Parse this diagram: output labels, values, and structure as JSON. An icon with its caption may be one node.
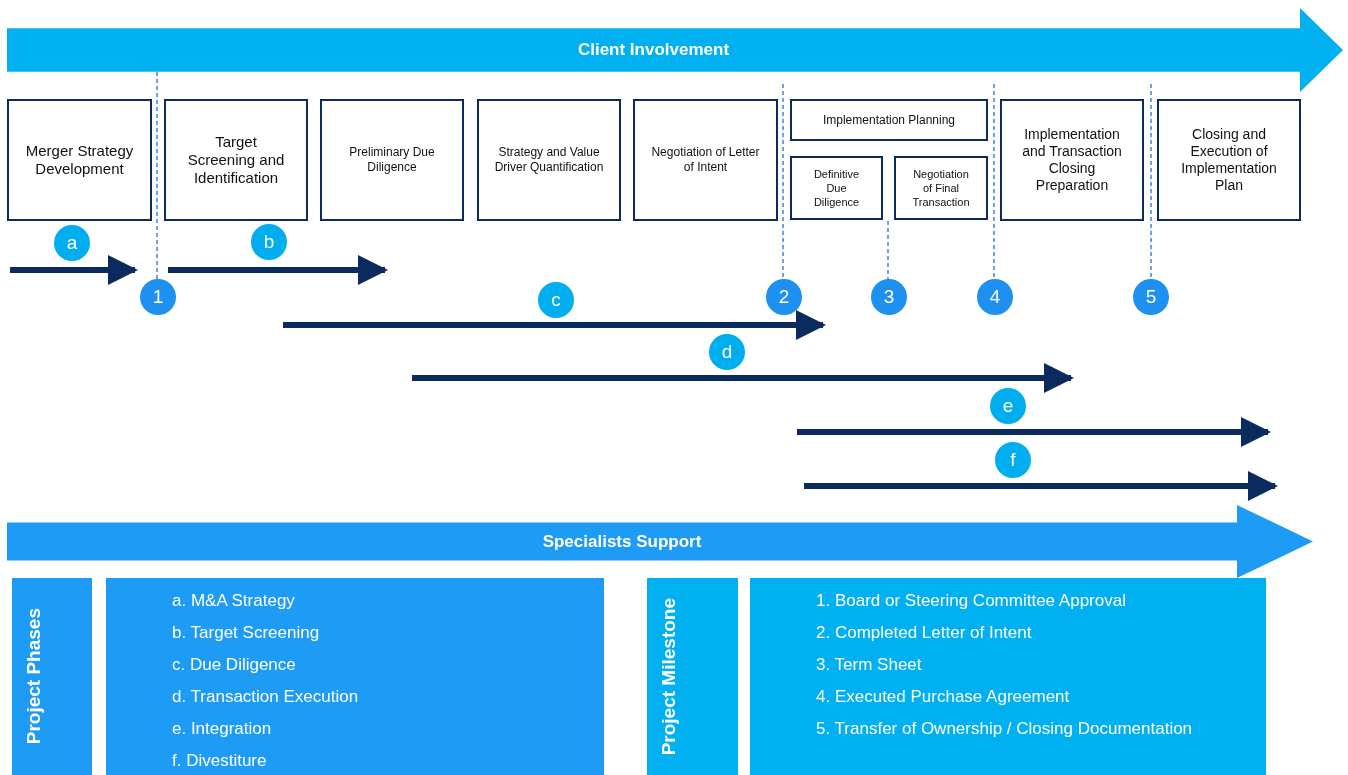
{
  "diagram": {
    "nodes": [
      {
        "text": [
          "Client Involvement"
        ]
      },
      {
        "text": [
          "Merger Strategy Development"
        ]
      },
      {
        "text": [
          "Target Screening and Identification"
        ]
      },
      {
        "text": [
          "Preliminary Due Diligence"
        ]
      },
      {
        "text": [
          "Strategy and Value Driver Quantification"
        ]
      },
      {
        "text": [
          "Negotiation of Letter of Intent"
        ]
      },
      {
        "text": [
          "Implementation Planning"
        ]
      },
      {
        "text": [
          "Definitive Due Diligence"
        ]
      },
      {
        "text": [
          "Negotiation of Final Transaction"
        ]
      },
      {
        "text": [
          "Implementation and Transaction Closing Preparation"
        ]
      },
      {
        "text": [
          "Closing and Execution of Implementation Plan"
        ]
      },
      {
        "text": [
          "a"
        ]
      },
      {
        "text": [
          "b"
        ]
      },
      {
        "text": [
          "1"
        ]
      },
      {
        "text": [
          "c"
        ]
      },
      {
        "text": [
          "2"
        ]
      },
      {
        "text": [
          "3"
        ]
      },
      {
        "text": [
          "4"
        ]
      },
      {
        "text": [
          "5"
        ]
      },
      {
        "text": [
          "d"
        ]
      },
      {
        "text": [
          "e"
        ]
      },
      {
        "text": [
          "f"
        ]
      },
      {
        "text": [
          "Specialists Support"
        ]
      },
      {
        "text": [
          "Project Phases"
        ]
      },
      {
        "text": [
          "a. M&A Strategy",
          "b. Target Screening",
          "c. Due Diligence",
          "d. Transaction Execution",
          "e. Integration",
          "f. Divestiture"
        ]
      },
      {
        "text": [
          "Project Milestone"
        ]
      },
      {
        "text": [
          "1. Board or Steering Committee Approval",
          "2. Completed Letter of Intent",
          "3. Term Sheet",
          "4. Executed Purchase Agreement",
          "5. Transfer of Ownership / Closing Documentation"
        ]
      }
    ]
  }
}
